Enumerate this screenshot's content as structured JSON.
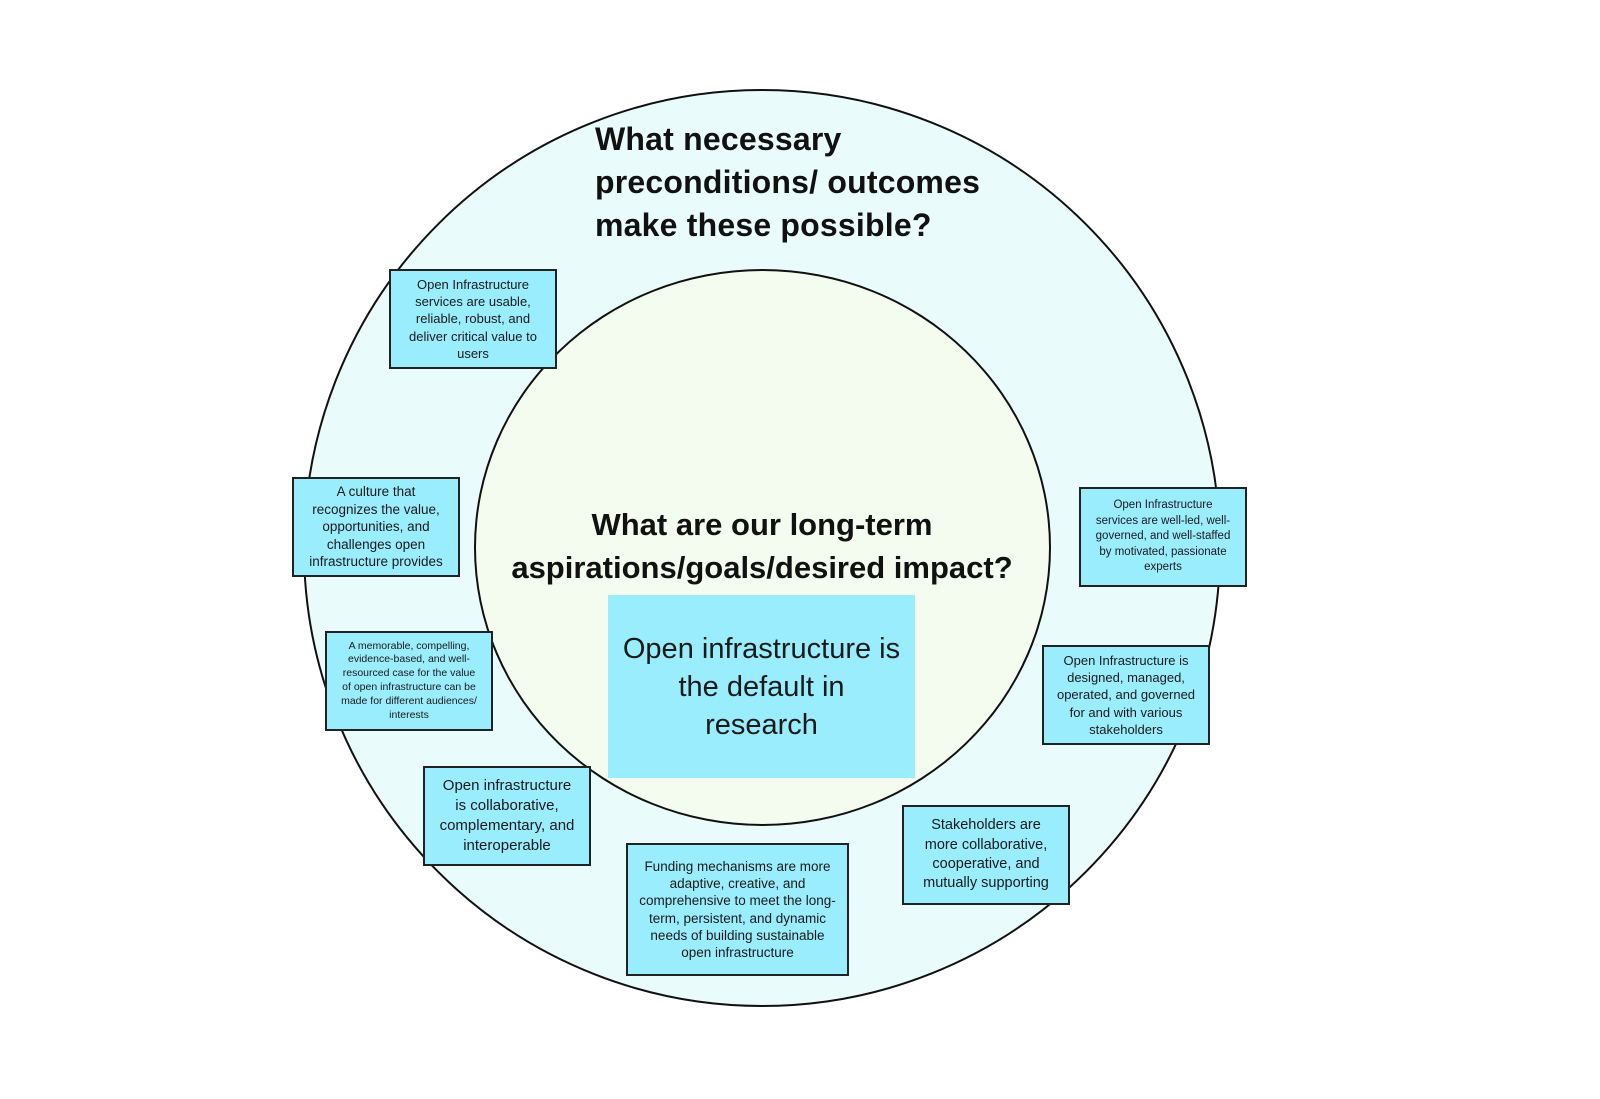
{
  "diagram": {
    "type": "concentric-circles",
    "colors": {
      "outer_ring_fill": "#eafbfc",
      "inner_circle_fill": "#f4fcef",
      "note_fill": "#9aedfd",
      "outline": "#111111"
    },
    "outer_ring": {
      "heading": "What necessary\npreconditions/ outcomes\nmake these possible?"
    },
    "inner_circle": {
      "heading": "What are our long-term\naspirations/goals/desired impact?",
      "goal": "Open infrastructure is\nthe default in\nresearch"
    },
    "preconditions": [
      {
        "text": "Open Infrastructure\nservices are usable,\nreliable, robust, and\ndeliver critical value to\nusers"
      },
      {
        "text": "A culture that\nrecognizes the value,\nopportunities, and\nchallenges open\ninfrastructure provides"
      },
      {
        "text": "A memorable, compelling,\nevidence-based, and well-\nresourced case for the value\nof open infrastructure can be\nmade for different audiences/\ninterests"
      },
      {
        "text": "Open infrastructure\nis collaborative,\ncomplementary, and\ninteroperable"
      },
      {
        "text": "Funding mechanisms are more\nadaptive, creative, and\ncomprehensive to meet the long-\nterm, persistent, and dynamic\nneeds of building sustainable\nopen infrastructure"
      },
      {
        "text": "Stakeholders are\nmore collaborative,\ncooperative, and\nmutually supporting"
      },
      {
        "text": "Open Infrastructure is\ndesigned, managed,\noperated, and governed\nfor and with various\nstakeholders"
      },
      {
        "text": "Open Infrastructure\nservices are well-led, well-\ngoverned, and well-staffed\nby motivated, passionate\nexperts"
      }
    ]
  }
}
